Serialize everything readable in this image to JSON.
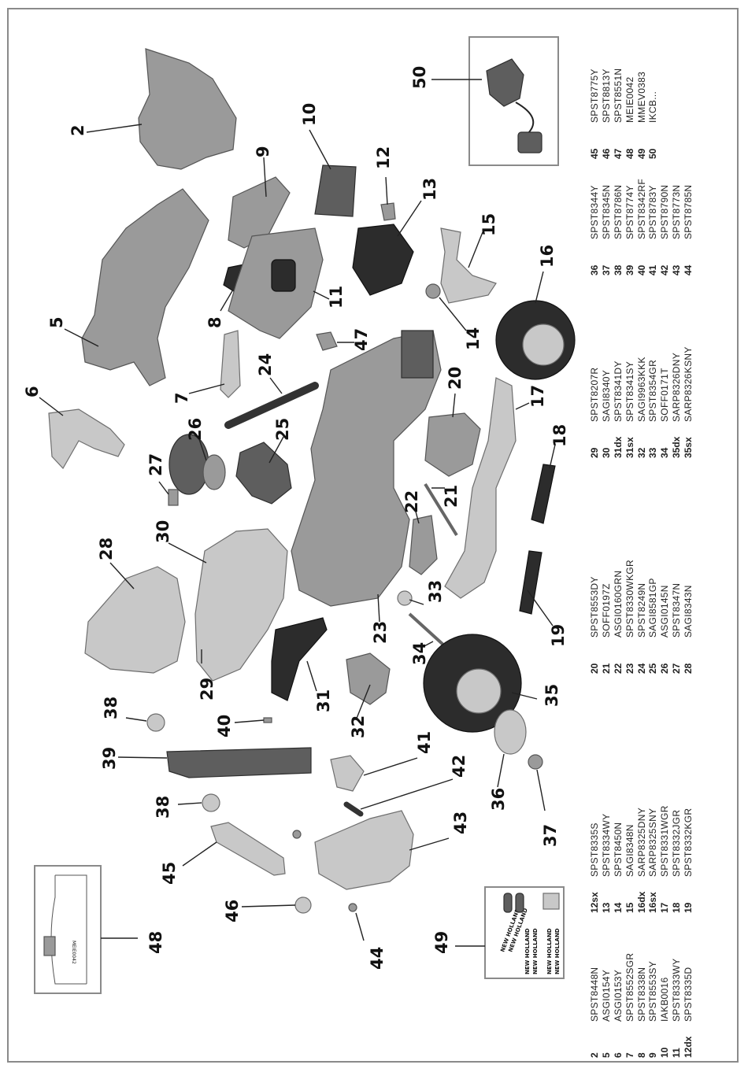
{
  "diagram": {
    "callouts": [
      "2",
      "5",
      "6",
      "7",
      "8",
      "9",
      "10",
      "11",
      "12",
      "13",
      "14",
      "15",
      "16",
      "17",
      "18",
      "19",
      "20",
      "21",
      "22",
      "23",
      "24",
      "25",
      "26",
      "27",
      "28",
      "29",
      "30",
      "31",
      "32",
      "33",
      "34",
      "35",
      "36",
      "37",
      "38",
      "38",
      "39",
      "40",
      "41",
      "42",
      "43",
      "44",
      "45",
      "46",
      "47",
      "48",
      "49",
      "50"
    ],
    "charger_label": "MEIE0042",
    "decal_text": [
      "NEW HOLLAND",
      "NEW HOLLAND",
      "NEW HOLLAND",
      "NEW HOLLAND",
      "NEW HOLLAND",
      "NEW HOLLAND"
    ]
  },
  "parts_list": {
    "columns": [
      [
        {
          "num": "2",
          "code": "SPST8448N"
        },
        {
          "num": "5",
          "code": "ASGI0154Y"
        },
        {
          "num": "6",
          "code": "ASGI0153Y"
        },
        {
          "num": "7",
          "code": "SPST8552SGR"
        },
        {
          "num": "8",
          "code": "SPST8338N"
        },
        {
          "num": "9",
          "code": "SPST8553SY"
        },
        {
          "num": "10",
          "code": "IAKB0016"
        },
        {
          "num": "11",
          "code": "SPST8333WY"
        },
        {
          "num": "12dx",
          "code": "SPST8335D"
        }
      ],
      [
        {
          "num": "12sx",
          "code": "SPST8335S"
        },
        {
          "num": "13",
          "code": "SPST8334WY"
        },
        {
          "num": "14",
          "code": "SPST8450N"
        },
        {
          "num": "15",
          "code": "SAGI8348N"
        },
        {
          "num": "16dx",
          "code": "SARP8325DNY"
        },
        {
          "num": "16sx",
          "code": "SARP8325SNY"
        },
        {
          "num": "17",
          "code": "SPST8331WGR"
        },
        {
          "num": "18",
          "code": "SPST8332JGR"
        },
        {
          "num": "19",
          "code": "SPST8332KGR"
        }
      ],
      [
        {
          "num": "20",
          "code": "SPST8553DY"
        },
        {
          "num": "21",
          "code": "SOFF0197Z"
        },
        {
          "num": "22",
          "code": "ASGI0160GRN"
        },
        {
          "num": "23",
          "code": "SPST8330WKGR"
        },
        {
          "num": "24",
          "code": "SPST8249N"
        },
        {
          "num": "25",
          "code": "SAGI8581GP"
        },
        {
          "num": "26",
          "code": "ASGI0145N"
        },
        {
          "num": "27",
          "code": "SPST8347N"
        },
        {
          "num": "28",
          "code": "SAGI8343N"
        }
      ],
      [
        {
          "num": "29",
          "code": "SPST8207R"
        },
        {
          "num": "30",
          "code": "SAGI8340Y"
        },
        {
          "num": "31dx",
          "code": "SPST8341DY"
        },
        {
          "num": "31sx",
          "code": "SPST8341SY"
        },
        {
          "num": "32",
          "code": "SAGI9963KKK"
        },
        {
          "num": "33",
          "code": "SPST8354GR"
        },
        {
          "num": "34",
          "code": "SOFF0171T"
        },
        {
          "num": "35dx",
          "code": "SARP8326DNY"
        },
        {
          "num": "35sx",
          "code": "SARP8326KSNY"
        }
      ],
      [
        {
          "num": "36",
          "code": "SPST8344Y"
        },
        {
          "num": "37",
          "code": "SPST8345N"
        },
        {
          "num": "38",
          "code": "SPST8786N"
        },
        {
          "num": "39",
          "code": "SPST8774Y"
        },
        {
          "num": "40",
          "code": "SPST8342RF"
        },
        {
          "num": "41",
          "code": "SPST8783Y"
        },
        {
          "num": "42",
          "code": "SPST8790N"
        },
        {
          "num": "43",
          "code": "SPST8773N"
        },
        {
          "num": "44",
          "code": "SPST8785N"
        }
      ],
      [
        {
          "num": "45",
          "code": "SPST8775Y"
        },
        {
          "num": "46",
          "code": "SPST8813Y"
        },
        {
          "num": "47",
          "code": "SPST8551N"
        },
        {
          "num": "48",
          "code": "MEIE0042"
        },
        {
          "num": "49",
          "code": "MMEV0383"
        },
        {
          "num": "50",
          "code": "IKCB..."
        }
      ]
    ]
  }
}
